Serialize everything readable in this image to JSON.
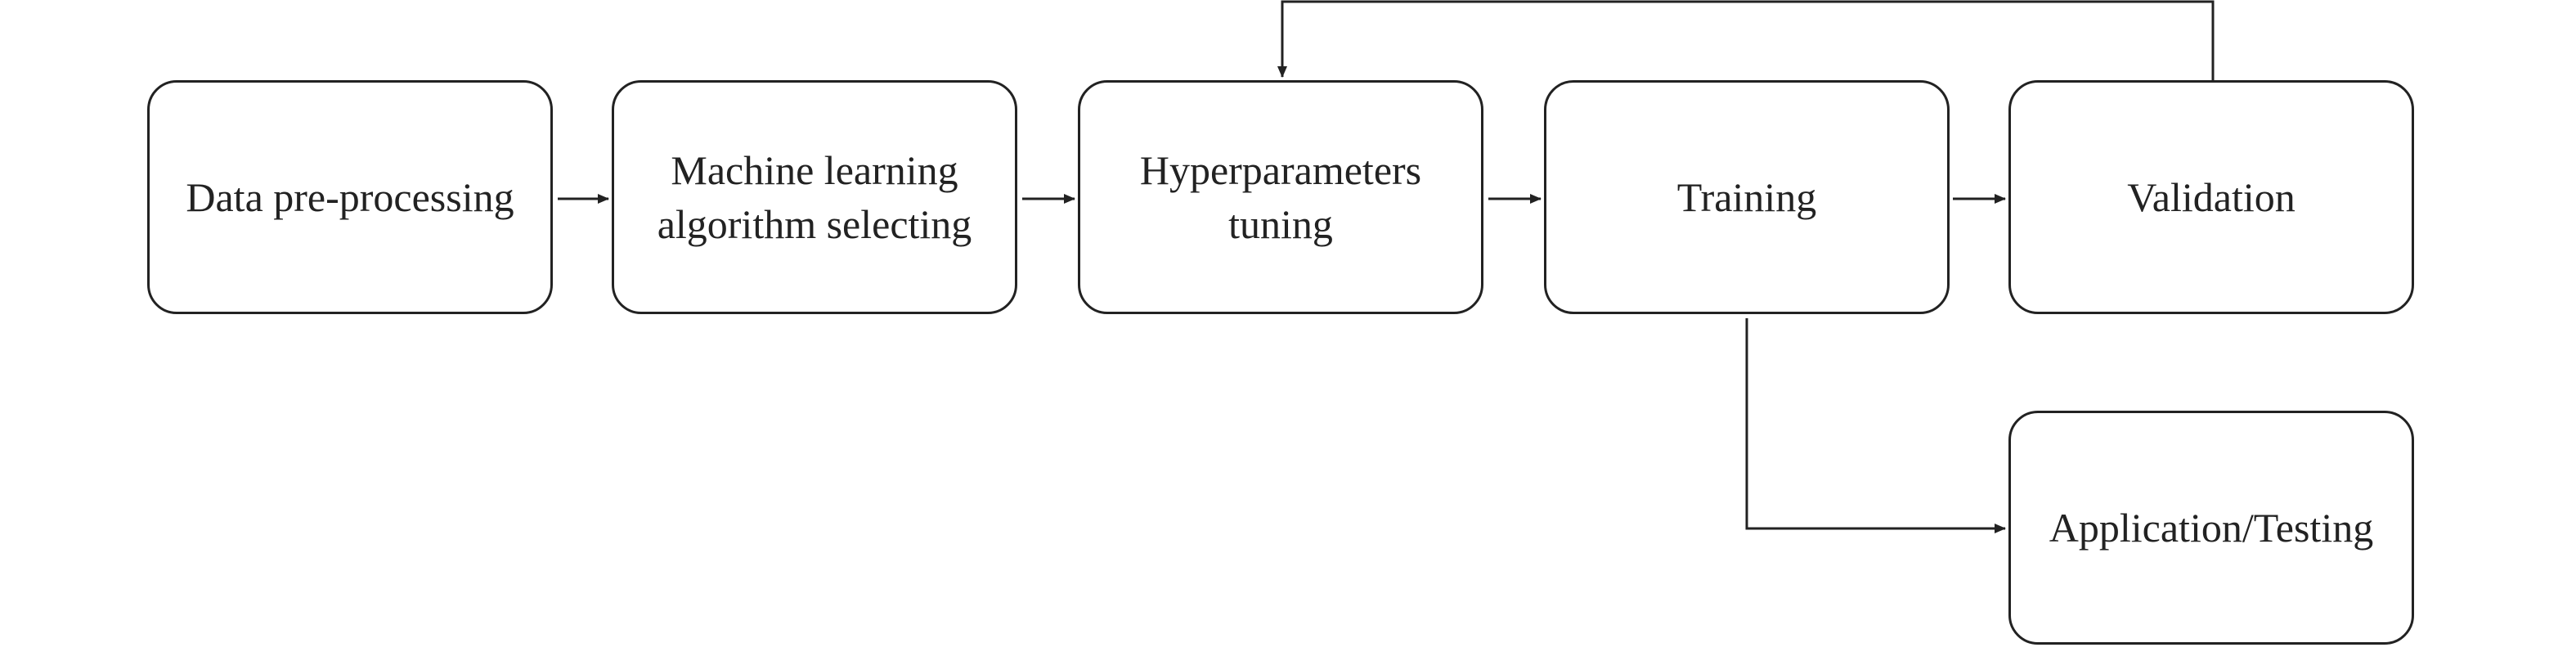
{
  "diagram": {
    "nodes": {
      "preprocessing": {
        "label": "Data pre-processing"
      },
      "algorithm": {
        "label": "Machine learning\nalgorithm selecting"
      },
      "tuning": {
        "label": "Hyperparameters\ntuning"
      },
      "training": {
        "label": "Training"
      },
      "validation": {
        "label": "Validation"
      },
      "application": {
        "label": "Application/Testing"
      }
    },
    "edges": [
      {
        "from": "preprocessing",
        "to": "algorithm"
      },
      {
        "from": "algorithm",
        "to": "tuning"
      },
      {
        "from": "tuning",
        "to": "training"
      },
      {
        "from": "training",
        "to": "validation"
      },
      {
        "from": "validation",
        "to": "tuning"
      },
      {
        "from": "training",
        "to": "application"
      }
    ],
    "colors": {
      "stroke": "#222222",
      "background": "#ffffff"
    }
  }
}
